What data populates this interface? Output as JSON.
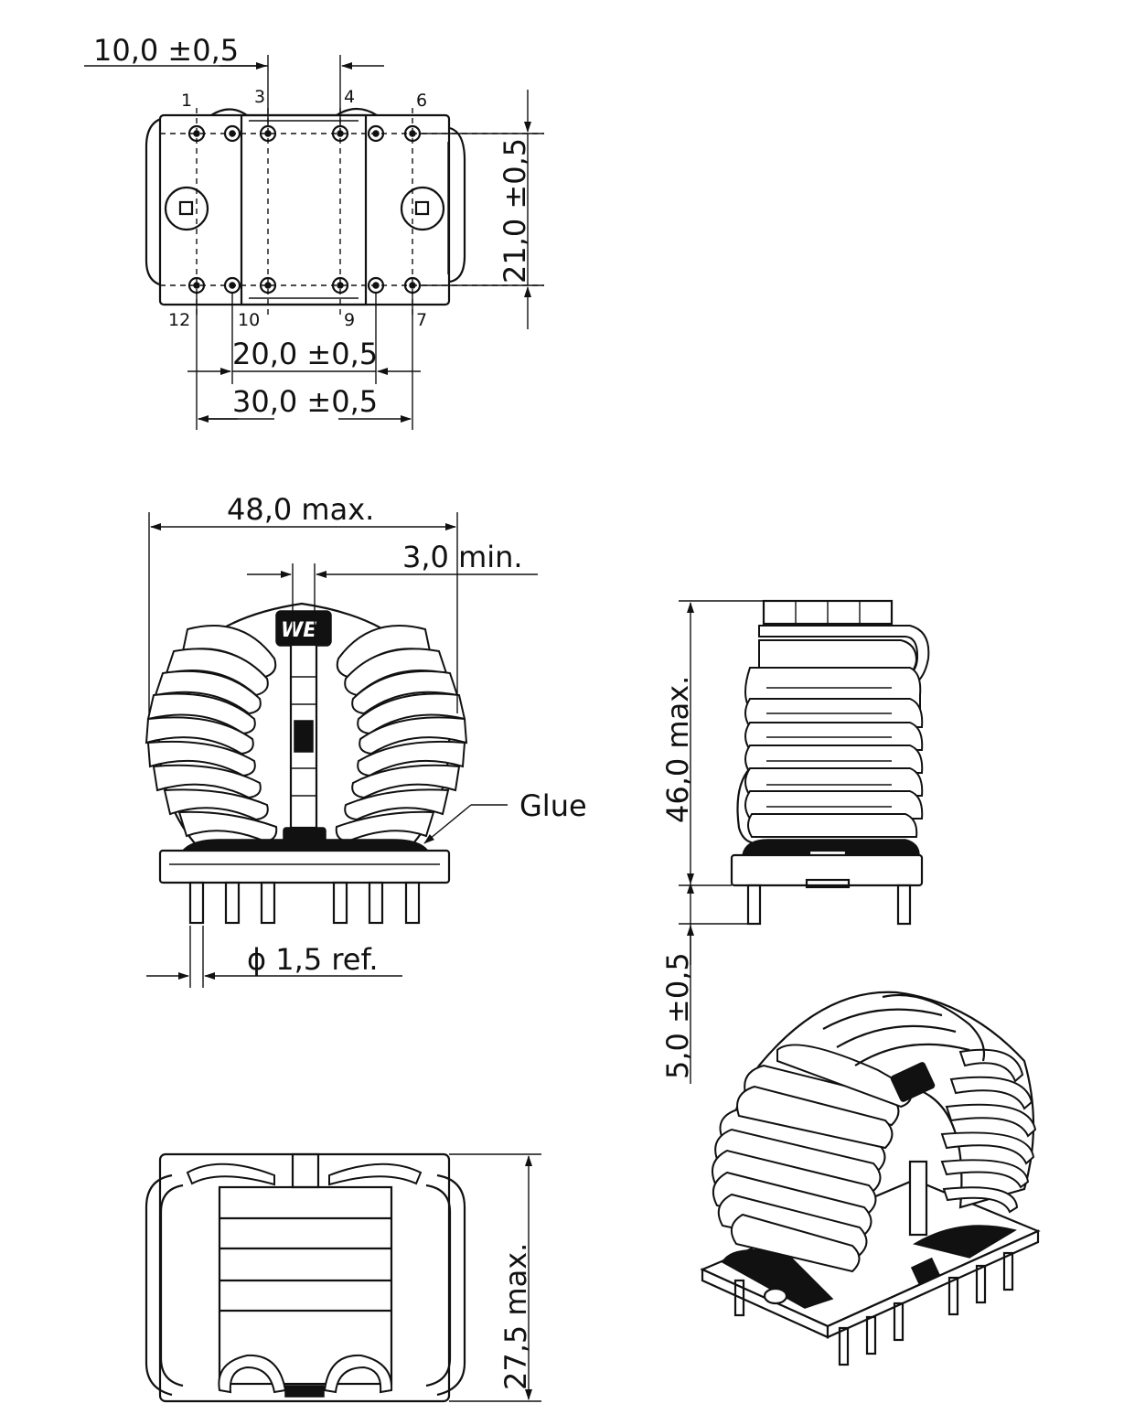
{
  "top_view": {
    "dim_pitch": "10,0 ±0,5",
    "dim_width": "21,0 ±0,5",
    "dim_inner": "20,0 ±0,5",
    "dim_outer": "30,0 ±0,5",
    "pins_top": [
      "1",
      "3",
      "4",
      "6"
    ],
    "pins_bottom": [
      "12",
      "10",
      "9",
      "7"
    ]
  },
  "front_view": {
    "dim_length": "48,0 max.",
    "dim_gap": "3,0 min.",
    "dim_pin": "ϕ 1,5 ref.",
    "glue_label": "Glue",
    "logo": "WE"
  },
  "side_view": {
    "dim_height": "46,0 max.",
    "dim_pin_length": "5,0 ±0,5"
  },
  "bottom_view": {
    "dim_depth": "27,5 max."
  },
  "colors": {
    "line": "#111111",
    "background": "#ffffff"
  }
}
